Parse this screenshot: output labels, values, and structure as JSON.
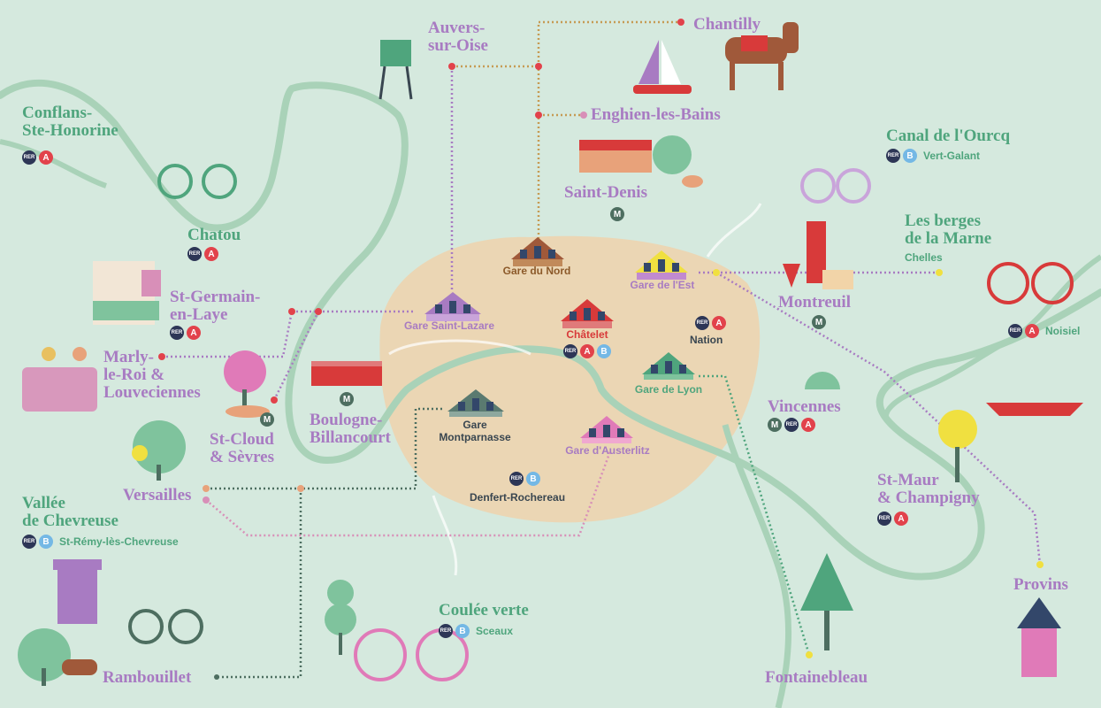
{
  "colors": {
    "background": "#d5e9de",
    "paris": "#ebd6b4",
    "river": "#a9d2b8",
    "label_purple": "#a87bc2",
    "label_green": "#4fa57d",
    "rer_dark": "#2d3656",
    "rer_A": "#e2424b",
    "rer_B": "#74b8e5",
    "metro": "#4d6e60"
  },
  "places": {
    "auvers": "Auvers-\nsur-Oise",
    "chantilly": "Chantilly",
    "conflans": "Conflans-\nSte-Honorine",
    "enghien": "Enghien-les-Bains",
    "saint_denis": "Saint-Denis",
    "canal": "Canal de l'Ourcq",
    "canal_sub": "Vert-Galant",
    "marne": "Les berges\nde la Marne",
    "marne_sub": "Chelles",
    "noisiel": "Noisiel",
    "chatou": "Chatou",
    "st_germain": "St-Germain-\nen-Laye",
    "marly": "Marly-\nle-Roi &\nLouveciennes",
    "montreuil": "Montreuil",
    "nation": "Nation",
    "vincennes": "Vincennes",
    "st_cloud": "St-Cloud\n& Sèvres",
    "boulogne": "Boulogne-\nBillancourt",
    "versailles": "Versailles",
    "st_maur": "St-Maur\n& Champigny",
    "chevreuse": "Vallée\nde Chevreuse",
    "chevreuse_sub": "St-Rémy-lès-Chevreuse",
    "provins": "Provins",
    "coulee": "Coulée verte",
    "coulee_sub": "Sceaux",
    "denfert": "Denfert-Rochereau",
    "rambouillet": "Rambouillet",
    "fontainebleau": "Fontainebleau"
  },
  "stations": {
    "gare_du_nord": "Gare du Nord",
    "gare_de_l_est": "Gare de l'Est",
    "saint_lazare": "Gare Saint-Lazare",
    "chatelet": "Châtelet",
    "gare_de_lyon": "Gare de Lyon",
    "montparnasse": "Gare\nMontparnasse",
    "austerlitz": "Gare d'Austerlitz"
  },
  "badges": {
    "rer": "RER",
    "A": "A",
    "B": "B",
    "M": "M"
  }
}
